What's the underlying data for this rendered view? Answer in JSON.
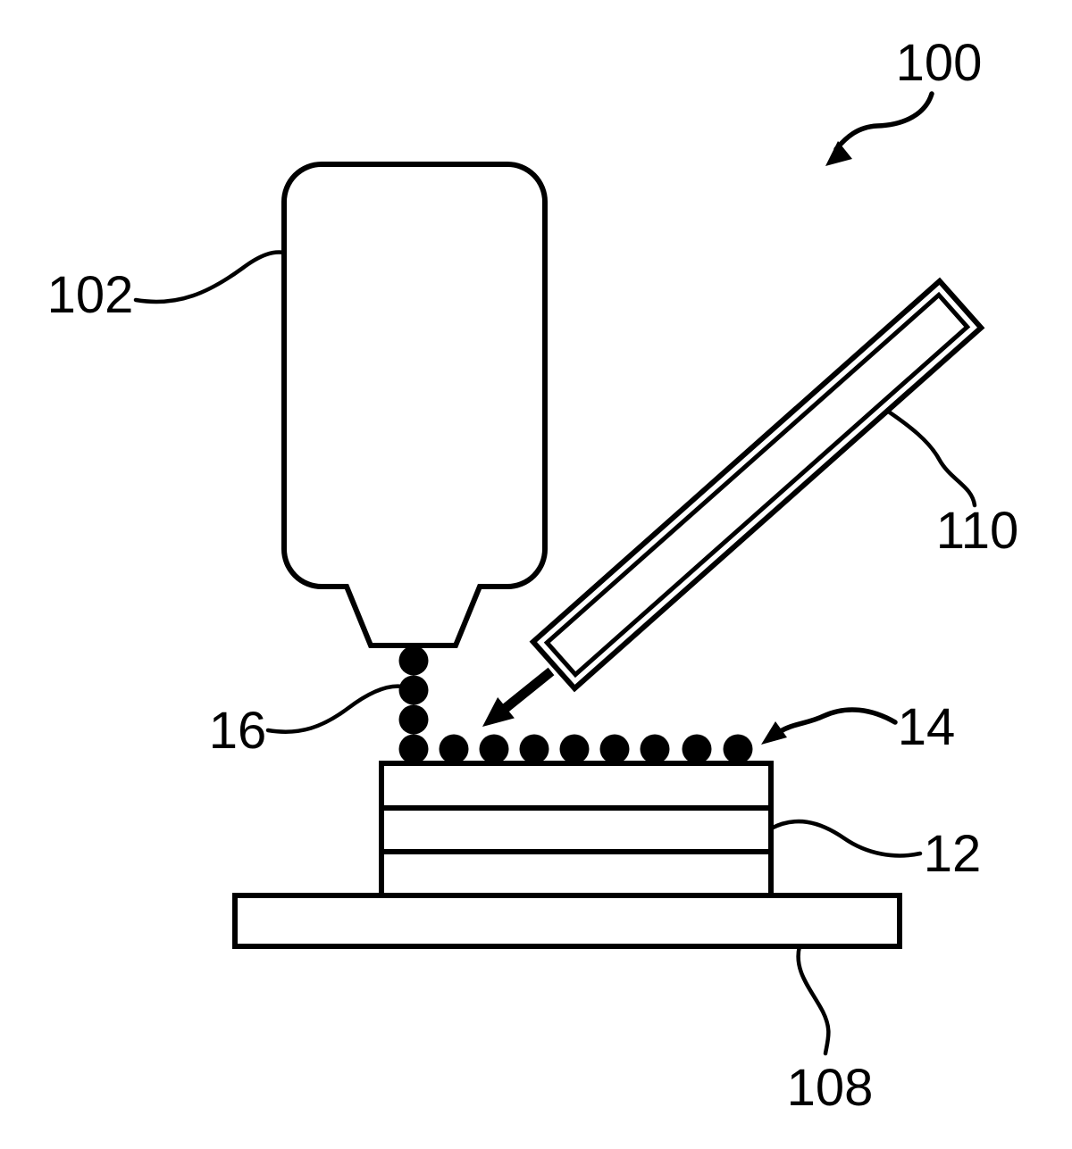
{
  "diagram": {
    "type": "patent-figure",
    "background_color": "#ffffff",
    "line_color": "#000000",
    "labels": {
      "n100": "100",
      "n102": "102",
      "n110": "110",
      "n16": "16",
      "n14": "14",
      "n12": "12",
      "n108": "108"
    },
    "counts": {
      "falling_droplets": 3,
      "deposited_droplets": 9,
      "stack_layers": 3
    }
  }
}
